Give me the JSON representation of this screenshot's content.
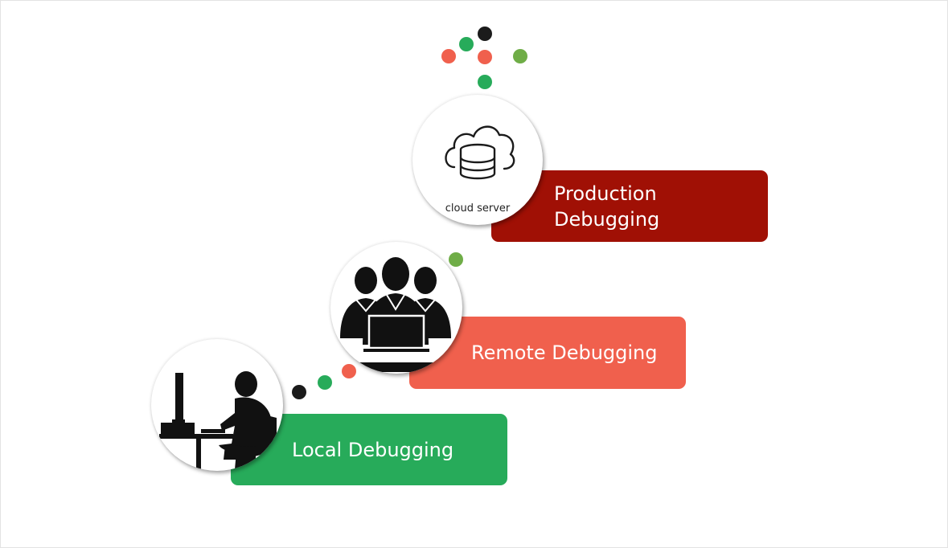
{
  "stages": [
    {
      "id": "production",
      "label": "Production\nDebugging",
      "color": "#a01005",
      "icon": "cloud-server-icon",
      "icon_caption": "cloud server"
    },
    {
      "id": "remote",
      "label": "Remote Debugging",
      "color": "#f0604d",
      "icon": "remote-team-laptop-icon"
    },
    {
      "id": "local",
      "label": "Local Debugging",
      "color": "#27ab5a",
      "icon": "person-at-desktop-icon"
    }
  ],
  "palette": {
    "black": "#1b1b1b",
    "green": "#27ab5a",
    "light_green": "#6fad47",
    "coral": "#f0604d"
  }
}
